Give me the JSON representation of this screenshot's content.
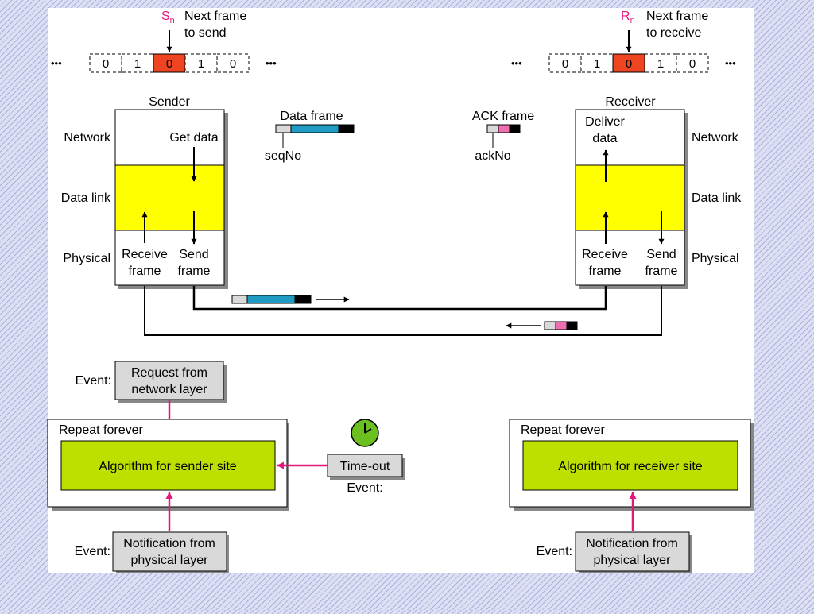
{
  "colors": {
    "slide_bg": "#dde0f3",
    "panel_bg": "#ffffff",
    "accent_red": "#ee4422",
    "magenta": "#e0197a",
    "yellow": "#ffff00",
    "lime": "#bedf00",
    "blue": "#1f9bc4",
    "pink": "#ee6fb0",
    "gray_box": "#d9d9d9",
    "clock_green": "#6bbf1f"
  },
  "sender_window": {
    "pointer_symbol": "S",
    "pointer_subscript": "n",
    "pointer_caption_line1": "Next frame",
    "pointer_caption_line2": "to send",
    "frames": [
      "0",
      "1",
      "0",
      "1",
      "0"
    ],
    "highlight_index": 2,
    "ellipsis": "•••"
  },
  "receiver_window": {
    "pointer_symbol": "R",
    "pointer_subscript": "n",
    "pointer_caption_line1": "Next frame",
    "pointer_caption_line2": "to receive",
    "frames": [
      "0",
      "1",
      "0",
      "1",
      "0"
    ],
    "highlight_index": 2,
    "ellipsis": "•••"
  },
  "sender_stack": {
    "title": "Sender",
    "layer_network": "Network",
    "layer_datalink": "Data link",
    "layer_physical": "Physical",
    "get_data": "Get data",
    "receive_line1": "Receive",
    "receive_line2": "frame",
    "send_line1": "Send",
    "send_line2": "frame"
  },
  "receiver_stack": {
    "title": "Receiver",
    "layer_network": "Network",
    "layer_datalink": "Data link",
    "layer_physical": "Physical",
    "deliver_line1": "Deliver",
    "deliver_line2": "data",
    "receive_line1": "Receive",
    "receive_line2": "frame",
    "send_line1": "Send",
    "send_line2": "frame"
  },
  "data_frame_legend": {
    "title": "Data frame",
    "field_label": "seqNo"
  },
  "ack_frame_legend": {
    "title": "ACK frame",
    "field_label": "ackNo"
  },
  "sender_algorithm": {
    "repeat_label": "Repeat forever",
    "algorithm_label": "Algorithm for sender site",
    "event_label": "Event:",
    "request_line1": "Request from",
    "request_line2": "network layer",
    "timeout_label": "Time-out",
    "timeout_event_label": "Event:",
    "notify_event_label": "Event:",
    "notify_line1": "Notification from",
    "notify_line2": "physical layer"
  },
  "receiver_algorithm": {
    "repeat_label": "Repeat forever",
    "algorithm_label": "Algorithm for receiver site",
    "notify_event_label": "Event:",
    "notify_line1": "Notification from",
    "notify_line2": "physical layer"
  }
}
